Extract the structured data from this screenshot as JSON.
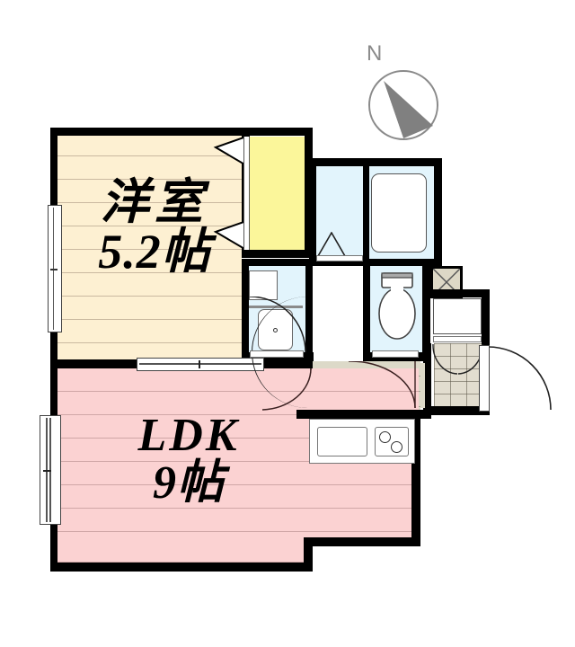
{
  "plan": {
    "type": "japanese-apartment-floor-plan",
    "layout_name": "1LDK",
    "rooms": [
      {
        "key": "bedroom",
        "name_jp": "洋室",
        "size": "5.2帖",
        "floor_color": "#fdf0d2"
      },
      {
        "key": "ldk",
        "name_jp": "LDK",
        "size": "9帖",
        "floor_color": "#fbd2d2"
      },
      {
        "key": "closet",
        "name_jp": "",
        "size": "",
        "floor_color": "#fbf69a"
      },
      {
        "key": "bath",
        "name_jp": "",
        "size": "",
        "floor_color": "#e2f4fc"
      },
      {
        "key": "toilet",
        "name_jp": "",
        "size": "",
        "floor_color": "#e2f4fc"
      },
      {
        "key": "washroom",
        "name_jp": "",
        "size": "",
        "floor_color": "#e2f4fc"
      },
      {
        "key": "corridor",
        "name_jp": "",
        "size": "",
        "floor_color": "#dcd9c8"
      },
      {
        "key": "entrance",
        "name_jp": "",
        "size": "",
        "floor_color": "#e2ddcf"
      }
    ],
    "labels": {
      "bedroom_name": "洋室",
      "bedroom_size": "5.2帖",
      "ldk_name": "LDK",
      "ldk_size": "9帖"
    },
    "compass": {
      "north_label": "N",
      "needle_color": "#808080",
      "ring_color": "#8a8a8a"
    },
    "fixtures": [
      {
        "name": "bathtub",
        "room": "bath"
      },
      {
        "name": "toilet-bowl",
        "room": "toilet"
      },
      {
        "name": "washing-machine-pan",
        "room": "washroom"
      },
      {
        "name": "vanity-mirror",
        "room": "washroom"
      },
      {
        "name": "kitchen-sink",
        "room": "ldk"
      },
      {
        "name": "gas-stove-2-burner",
        "room": "ldk"
      },
      {
        "name": "shoe-cabinet",
        "room": "entrance"
      },
      {
        "name": "pipe-shaft",
        "room": "entrance"
      }
    ],
    "openings": [
      {
        "name": "balcony-sliding-window",
        "room": "ldk"
      },
      {
        "name": "bedroom-window",
        "room": "bedroom"
      },
      {
        "name": "bedroom-ldk-sliding-door",
        "room": "bedroom"
      },
      {
        "name": "front-door",
        "room": "entrance"
      },
      {
        "name": "closet-sliding-doors",
        "room": "closet"
      },
      {
        "name": "bath-door",
        "room": "bath"
      },
      {
        "name": "washroom-door",
        "room": "washroom"
      },
      {
        "name": "toilet-door",
        "room": "toilet"
      },
      {
        "name": "ldk-corridor-door",
        "room": "ldk"
      }
    ],
    "colors": {
      "wall": "#000000",
      "bedroom": "#fdf0d2",
      "ldk": "#fbd2d2",
      "closet": "#fbf69a",
      "water_area": "#e2f4fc",
      "corridor": "#dcd9c8",
      "entrance_tile": "#e2ddcf",
      "pipe_shaft": "#ddd8c6"
    }
  }
}
